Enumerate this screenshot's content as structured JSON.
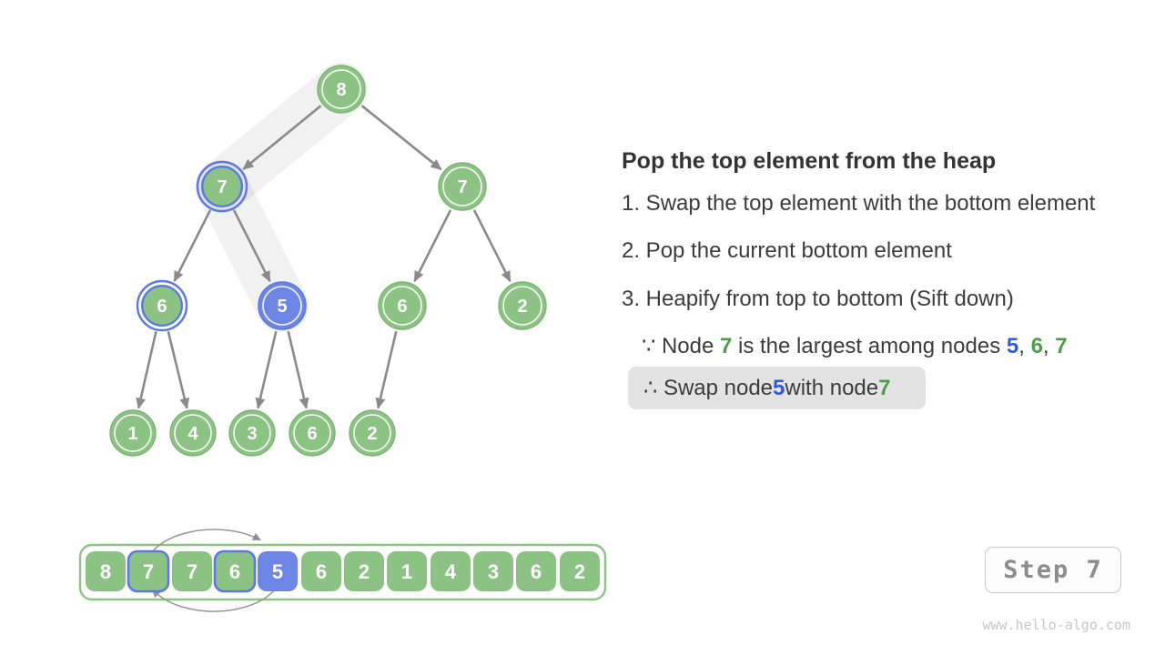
{
  "colors": {
    "node_green": "#8cc384",
    "node_blue": "#6d86e5",
    "selection_blue": "#5b78e6",
    "text_green": "#4d9e45",
    "text_blue": "#2d5be0",
    "edge_gray": "#8a8a8a",
    "highlight_band": "#ececec",
    "therefore_bg": "#e3e3e3"
  },
  "tree": {
    "nodes": [
      {
        "value": "8"
      },
      {
        "value": "7"
      },
      {
        "value": "7"
      },
      {
        "value": "6"
      },
      {
        "value": "5"
      },
      {
        "value": "6"
      },
      {
        "value": "2"
      },
      {
        "value": "1"
      },
      {
        "value": "4"
      },
      {
        "value": "3"
      },
      {
        "value": "6"
      },
      {
        "value": "2"
      }
    ]
  },
  "array": {
    "cells": [
      "8",
      "7",
      "7",
      "6",
      "5",
      "6",
      "2",
      "1",
      "4",
      "3",
      "6",
      "2"
    ]
  },
  "panel": {
    "title": "Pop the top element from the heap",
    "steps": [
      "1. Swap the top element with the bottom element",
      "2. Pop the current bottom element",
      "3. Heapify from top to bottom (Sift down)"
    ],
    "because": {
      "prefix": "∵ Node ",
      "n1": "7",
      "mid": " is the largest among nodes ",
      "n2": "5",
      "sep1": ", ",
      "n3": "6",
      "sep2": ", ",
      "n4": "7"
    },
    "therefore": {
      "prefix": "∴ Swap node ",
      "n1": "5",
      "mid": " with node ",
      "n2": "7"
    }
  },
  "step_badge": {
    "label": "Step 7"
  },
  "watermark": "www.hello-algo.com"
}
